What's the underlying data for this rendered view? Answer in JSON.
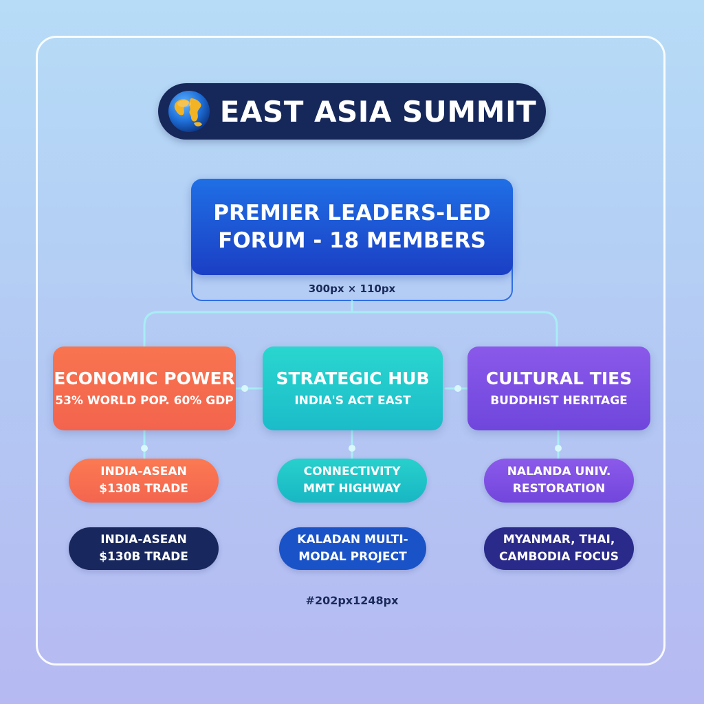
{
  "title": "EAST ASIA SUMMIT",
  "top_node": {
    "line1": "PREMIER LEADERS-LED",
    "line2": "FORUM - 18 MEMBERS",
    "caption": "300px × 110px"
  },
  "branches": [
    {
      "title": "ECONOMIC POWER",
      "subtitle": "53% WORLD POP. 60% GDP",
      "color": "#f36c4f",
      "pill_light": {
        "line1": "INDIA-ASEAN",
        "line2": "$130B TRADE"
      },
      "pill_dark": {
        "line1": "INDIA-ASEAN",
        "line2": "$130B TRADE"
      }
    },
    {
      "title": "STRATEGIC HUB",
      "subtitle": "INDIA'S ACT EAST",
      "color": "#22c8c8",
      "pill_light": {
        "line1": "CONNECTIVITY",
        "line2": "MMT HIGHWAY"
      },
      "pill_dark": {
        "line1": "KALADAN MULTI-",
        "line2": "MODAL PROJECT"
      }
    },
    {
      "title": "CULTURAL TIES",
      "subtitle": "BUDDHIST HERITAGE",
      "color": "#7c4fe0",
      "pill_light": {
        "line1": "NALANDA UNIV.",
        "line2": "RESTORATION"
      },
      "pill_dark": {
        "line1": "MYANMAR, THAI,",
        "line2": "CAMBODIA FOCUS"
      }
    }
  ],
  "footer": "#202px1248px",
  "colors": {
    "navy": "#16275a",
    "blue": "#1f5fe0",
    "connector": "#a9ecf5"
  },
  "icons": {
    "title": "globe-icon"
  }
}
